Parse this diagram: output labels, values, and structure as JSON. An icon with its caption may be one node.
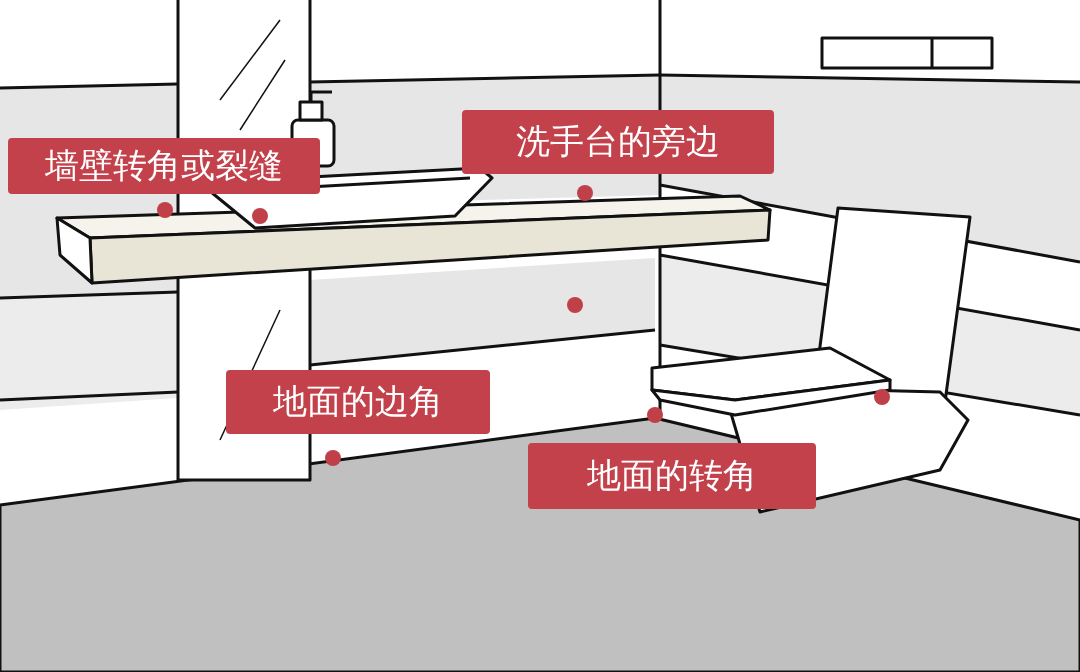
{
  "diagram": {
    "nodes": [
      {
        "text": [
          "墙壁转角或裂缝"
        ]
      },
      {
        "text": [
          "洗手台的旁边"
        ]
      },
      {
        "text": [
          "地面的边角"
        ]
      },
      {
        "text": [
          "地面的转角"
        ]
      }
    ]
  }
}
